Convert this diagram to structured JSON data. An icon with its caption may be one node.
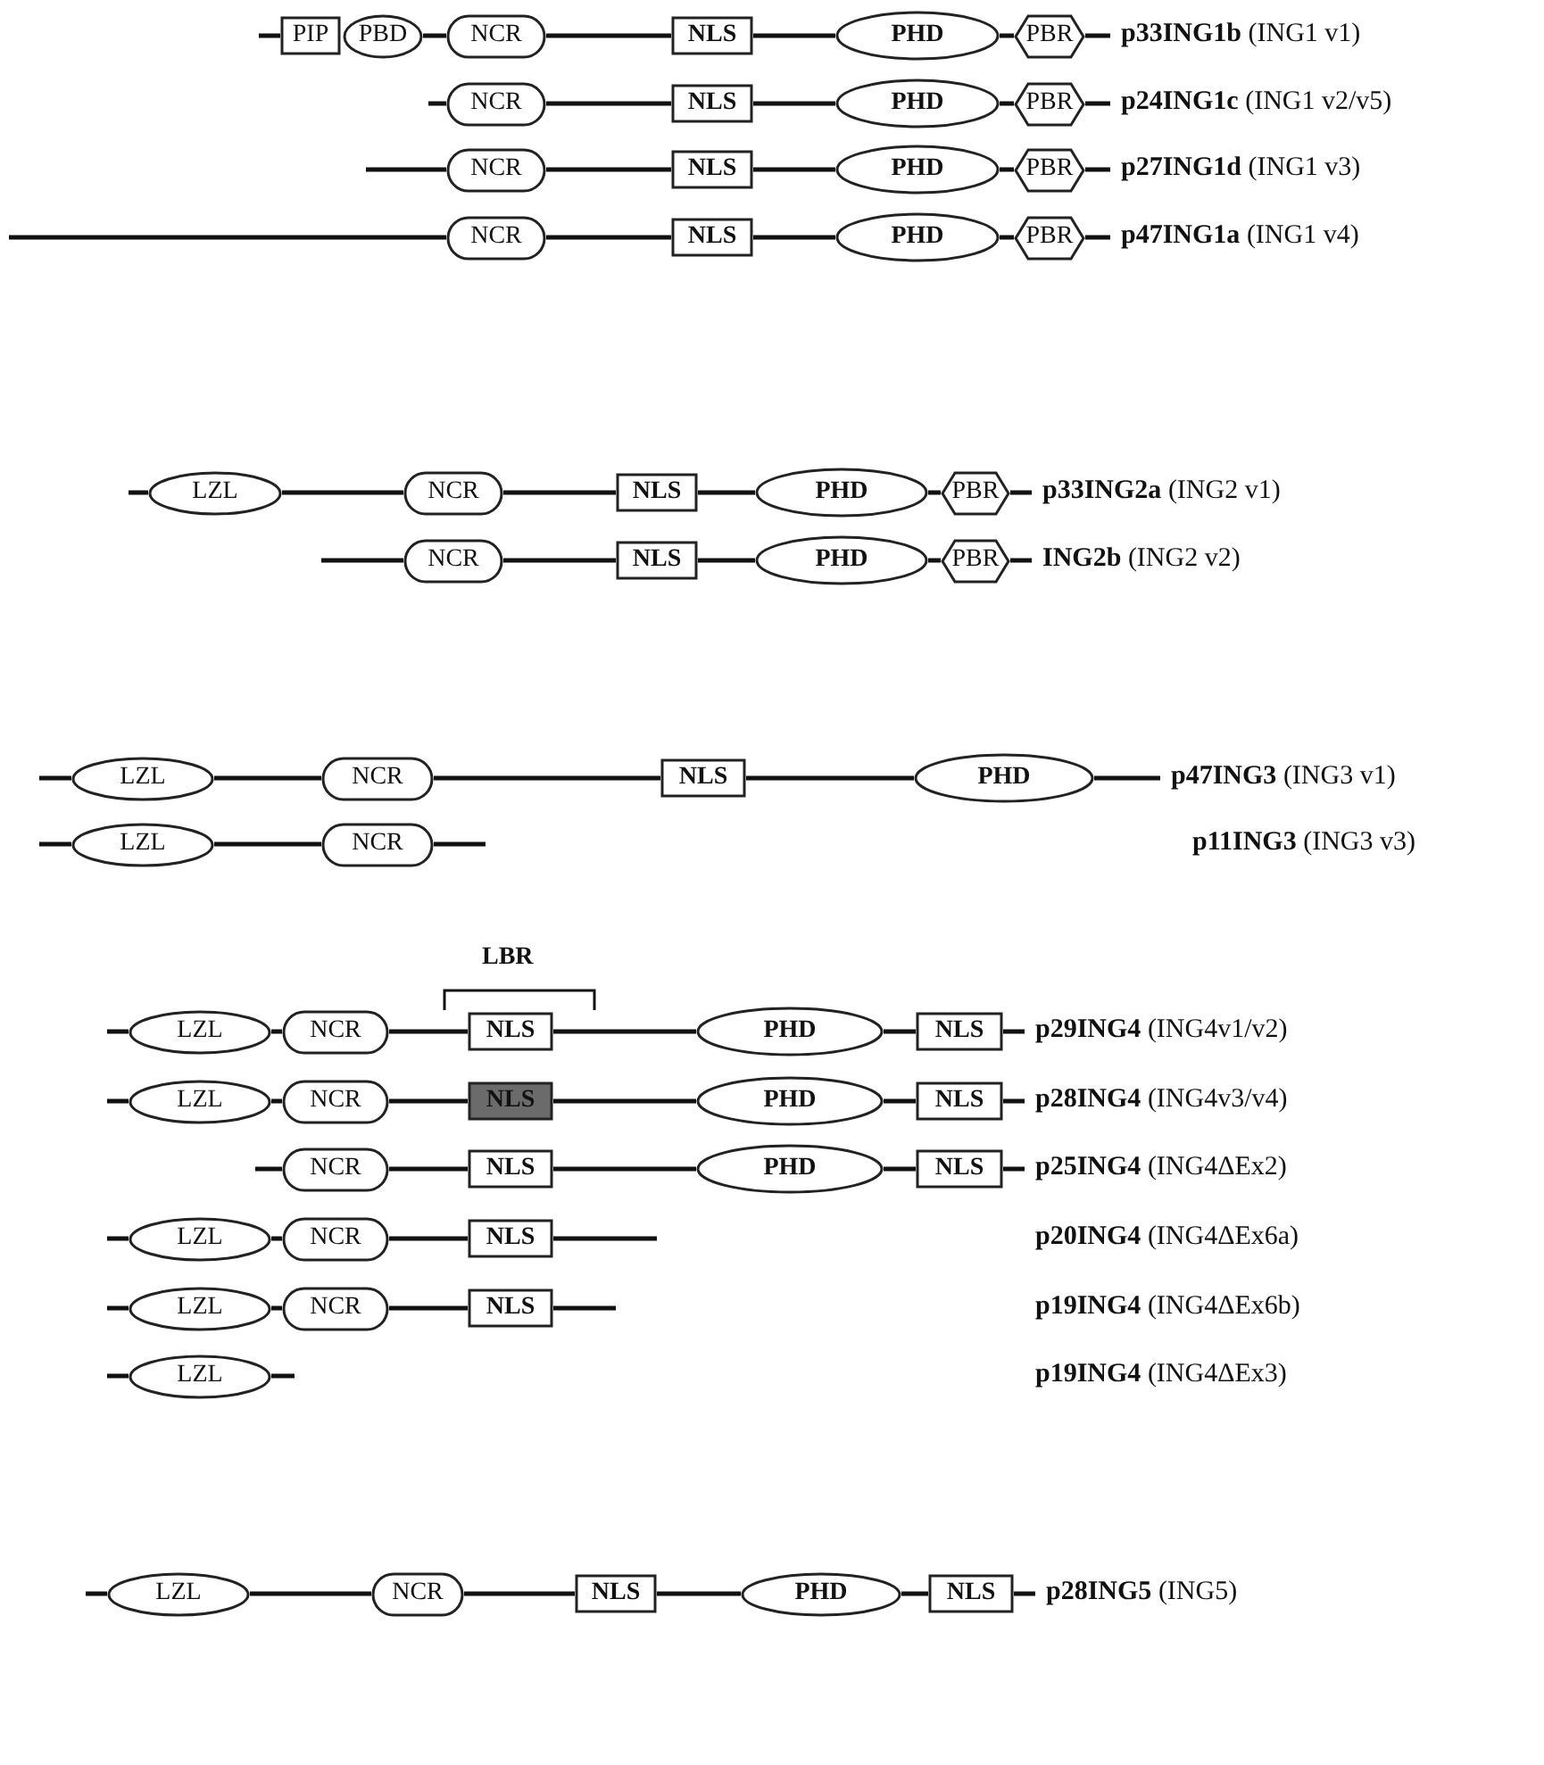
{
  "diagram": {
    "nodes": [
      {
        "text": [
          "PIP"
        ]
      },
      {
        "text": [
          "PBD"
        ]
      },
      {
        "text": [
          "NCR"
        ]
      },
      {
        "text": [
          "NLS"
        ]
      },
      {
        "text": [
          "PHD"
        ]
      },
      {
        "text": [
          "PBR"
        ]
      },
      {
        "text": [
          "**p33ING1b** (ING1 v1)"
        ]
      },
      {
        "text": [
          "NCR"
        ]
      },
      {
        "text": [
          "NLS"
        ]
      },
      {
        "text": [
          "PHD"
        ]
      },
      {
        "text": [
          "PBR"
        ]
      },
      {
        "text": [
          "**p24ING1c** (ING1 v2/v5)"
        ]
      },
      {
        "text": [
          "NCR"
        ]
      },
      {
        "text": [
          "NLS"
        ]
      },
      {
        "text": [
          "PHD"
        ]
      },
      {
        "text": [
          "PBR"
        ]
      },
      {
        "text": [
          "**p27ING1d** (ING1 v3)"
        ]
      },
      {
        "text": [
          "NCR"
        ]
      },
      {
        "text": [
          "NLS"
        ]
      },
      {
        "text": [
          "PHD"
        ]
      },
      {
        "text": [
          "PBR"
        ]
      },
      {
        "text": [
          "**p47ING1a** (ING1 v4)"
        ]
      },
      {
        "text": [
          "LZL"
        ]
      },
      {
        "text": [
          "NCR"
        ]
      },
      {
        "text": [
          "NLS"
        ]
      },
      {
        "text": [
          "PHD"
        ]
      },
      {
        "text": [
          "PBR"
        ]
      },
      {
        "text": [
          "**p33ING2a** (ING2 v1)"
        ]
      },
      {
        "text": [
          "NCR"
        ]
      },
      {
        "text": [
          "NLS"
        ]
      },
      {
        "text": [
          "PHD"
        ]
      },
      {
        "text": [
          "PBR"
        ]
      },
      {
        "text": [
          "**ING2b** (ING2 v2)"
        ]
      },
      {
        "text": [
          "LZL"
        ]
      },
      {
        "text": [
          "NCR"
        ]
      },
      {
        "text": [
          "NLS"
        ]
      },
      {
        "text": [
          "PHD"
        ]
      },
      {
        "text": [
          "**p47ING3** (ING3 v1)"
        ]
      },
      {
        "text": [
          "LZL"
        ]
      },
      {
        "text": [
          "NCR"
        ]
      },
      {
        "text": [
          "**p11ING3** (ING3 v3)"
        ]
      },
      {
        "text": [
          "LZL"
        ]
      },
      {
        "text": [
          "NCR"
        ]
      },
      {
        "text": [
          "NLS"
        ]
      },
      {
        "text": [
          "PHD"
        ]
      },
      {
        "text": [
          "NLS"
        ]
      },
      {
        "text": [
          "**p29ING4** (ING4v1/v2)"
        ]
      },
      {
        "text": [
          "LZL"
        ]
      },
      {
        "text": [
          "NCR"
        ]
      },
      {
        "text": [
          "NLS"
        ]
      },
      {
        "text": [
          "PHD"
        ]
      },
      {
        "text": [
          "NLS"
        ]
      },
      {
        "text": [
          "**p28ING4** (ING4v3/v4)"
        ]
      },
      {
        "text": [
          "NCR"
        ]
      },
      {
        "text": [
          "NLS"
        ]
      },
      {
        "text": [
          "PHD"
        ]
      },
      {
        "text": [
          "NLS"
        ]
      },
      {
        "text": [
          "**p25ING4** (ING4ΔEx2)"
        ]
      },
      {
        "text": [
          "LZL"
        ]
      },
      {
        "text": [
          "NCR"
        ]
      },
      {
        "text": [
          "NLS"
        ]
      },
      {
        "text": [
          "**p20ING4** (ING4ΔEx6a)"
        ]
      },
      {
        "text": [
          "LZL"
        ]
      },
      {
        "text": [
          "NCR"
        ]
      },
      {
        "text": [
          "NLS"
        ]
      },
      {
        "text": [
          "**p19ING4** (ING4ΔEx6b)"
        ]
      },
      {
        "text": [
          "LZL"
        ]
      },
      {
        "text": [
          "**p19ING4** (ING4ΔEx3)"
        ]
      },
      {
        "text": [
          "LZL"
        ]
      },
      {
        "text": [
          "NCR"
        ]
      },
      {
        "text": [
          "NLS"
        ]
      },
      {
        "text": [
          "PHD"
        ]
      },
      {
        "text": [
          "NLS"
        ]
      },
      {
        "text": [
          "**p28ING5** (ING5)"
        ]
      }
    ],
    "edges": [
      {
        "from": null,
        "to": 0,
        "arrow": "none"
      },
      {
        "from": 1,
        "to": 2,
        "arrow": "none"
      },
      {
        "from": 2,
        "to": 3,
        "arrow": "none"
      },
      {
        "from": 3,
        "to": 4,
        "arrow": "none"
      },
      {
        "from": 4,
        "to": 5,
        "arrow": "none"
      },
      {
        "from": 5,
        "to": 6,
        "arrow": "none"
      },
      {
        "from": null,
        "to": 7,
        "arrow": "none"
      },
      {
        "from": 7,
        "to": 8,
        "arrow": "none"
      },
      {
        "from": 8,
        "to": 9,
        "arrow": "none"
      },
      {
        "from": 9,
        "to": 10,
        "arrow": "none"
      },
      {
        "from": 10,
        "to": 11,
        "arrow": "none"
      },
      {
        "from": null,
        "to": 12,
        "arrow": "none"
      },
      {
        "from": 12,
        "to": 13,
        "arrow": "none"
      },
      {
        "from": 13,
        "to": 14,
        "arrow": "none"
      },
      {
        "from": 14,
        "to": 15,
        "arrow": "none"
      },
      {
        "from": 15,
        "to": 16,
        "arrow": "none"
      },
      {
        "from": null,
        "to": 17,
        "arrow": "none"
      },
      {
        "from": 17,
        "to": 18,
        "arrow": "none"
      },
      {
        "from": 18,
        "to": 19,
        "arrow": "none"
      },
      {
        "from": 19,
        "to": 20,
        "arrow": "none"
      },
      {
        "from": 20,
        "to": 21,
        "arrow": "none"
      },
      {
        "from": null,
        "to": 22,
        "arrow": "none"
      },
      {
        "from": 22,
        "to": 23,
        "arrow": "none"
      },
      {
        "from": 23,
        "to": 24,
        "arrow": "none"
      },
      {
        "from": 24,
        "to": 25,
        "arrow": "none"
      },
      {
        "from": 25,
        "to": 26,
        "arrow": "none"
      },
      {
        "from": 26,
        "to": 27,
        "arrow": "none"
      },
      {
        "from": null,
        "to": 28,
        "arrow": "none"
      },
      {
        "from": 28,
        "to": 29,
        "arrow": "none"
      },
      {
        "from": 29,
        "to": 30,
        "arrow": "none"
      },
      {
        "from": 30,
        "to": 31,
        "arrow": "none"
      },
      {
        "from": 31,
        "to": 32,
        "arrow": "none"
      },
      {
        "from": null,
        "to": 33,
        "arrow": "none"
      },
      {
        "from": 33,
        "to": 34,
        "arrow": "none"
      },
      {
        "from": 34,
        "to": 35,
        "arrow": "none"
      },
      {
        "from": 35,
        "to": 36,
        "arrow": "none"
      },
      {
        "from": 36,
        "to": 37,
        "arrow": "none"
      },
      {
        "from": null,
        "to": 38,
        "arrow": "none"
      },
      {
        "from": 38,
        "to": 39,
        "arrow": "none"
      },
      {
        "from": 39,
        "to": null,
        "arrow": "none"
      },
      {
        "from": null,
        "to": 41,
        "arrow": "none"
      },
      {
        "from": 41,
        "to": 42,
        "arrow": "none"
      },
      {
        "from": 42,
        "to": 43,
        "arrow": "none"
      },
      {
        "from": 43,
        "to": 44,
        "arrow": "none"
      },
      {
        "from": 44,
        "to": 45,
        "arrow": "none"
      },
      {
        "from": 45,
        "to": 46,
        "arrow": "none"
      },
      {
        "from": null,
        "to": 47,
        "arrow": "none"
      },
      {
        "from": 47,
        "to": 48,
        "arrow": "none"
      },
      {
        "from": 48,
        "to": 49,
        "arrow": "none"
      },
      {
        "from": 49,
        "to": 50,
        "arrow": "none"
      },
      {
        "from": 50,
        "to": 51,
        "arrow": "none"
      },
      {
        "from": 51,
        "to": 52,
        "arrow": "none"
      },
      {
        "from": null,
        "to": 53,
        "arrow": "none"
      },
      {
        "from": 53,
        "to": 54,
        "arrow": "none"
      },
      {
        "from": 54,
        "to": 55,
        "arrow": "none"
      },
      {
        "from": 55,
        "to": 56,
        "arrow": "none"
      },
      {
        "from": 56,
        "to": 57,
        "arrow": "none"
      },
      {
        "from": null,
        "to": 58,
        "arrow": "none"
      },
      {
        "from": 58,
        "to": 59,
        "arrow": "none"
      },
      {
        "from": 59,
        "to": 60,
        "arrow": "none"
      },
      {
        "from": 60,
        "to": null,
        "arrow": "none"
      },
      {
        "from": null,
        "to": 62,
        "arrow": "none"
      },
      {
        "from": 62,
        "to": 63,
        "arrow": "none"
      },
      {
        "from": 63,
        "to": 64,
        "arrow": "none"
      },
      {
        "from": 64,
        "to": null,
        "arrow": "none"
      },
      {
        "from": null,
        "to": 66,
        "arrow": "none"
      },
      {
        "from": 66,
        "to": null,
        "arrow": "none"
      },
      {
        "from": null,
        "to": 68,
        "arrow": "none"
      },
      {
        "from": 68,
        "to": 69,
        "arrow": "none"
      },
      {
        "from": 69,
        "to": 70,
        "arrow": "none"
      },
      {
        "from": 70,
        "to": 71,
        "arrow": "none"
      },
      {
        "from": 71,
        "to": 72,
        "arrow": "none"
      },
      {
        "from": 72,
        "to": 73,
        "arrow": "none"
      }
    ],
    "labels": [
      "LBR"
    ]
  }
}
